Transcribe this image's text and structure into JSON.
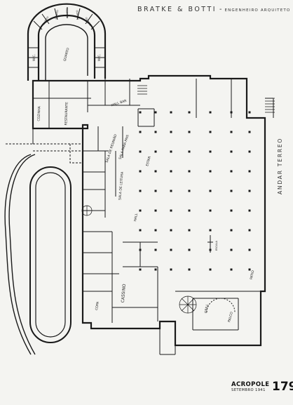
{
  "header": {
    "firm": "BRATKE & BOTTI",
    "subtitle": "ENGENHEIRO ARQUITETO"
  },
  "side_label": "ANDAR TERREO",
  "room_labels": {
    "restaurant": "RESTAURANTE",
    "cooking": "COZINHA",
    "women_toilet": "W.C.",
    "men_toilet": "W.C.",
    "room": "QUARTO",
    "hall_bar": "HALL BAR",
    "meeting_room": "SALA DE REUNIÃO",
    "parents_room": "SALA PARA PAIS",
    "reading_room": "SALA DE LEITURA",
    "living": "ESTAR",
    "hall": "HALL",
    "grill": "GRILL",
    "palco": "PALCO",
    "patio": "PATIO",
    "cassino": "CASSINO",
    "copa": "COPA",
    "cabins": [
      "QUARTO",
      "QUARTO",
      "QUARTO",
      "QUARTO",
      "QUARTO"
    ]
  },
  "scale_label": "ESCALA",
  "footer": {
    "magazine": "ACROPOLE",
    "date": "SETEMBRO 1941",
    "page": "179"
  }
}
